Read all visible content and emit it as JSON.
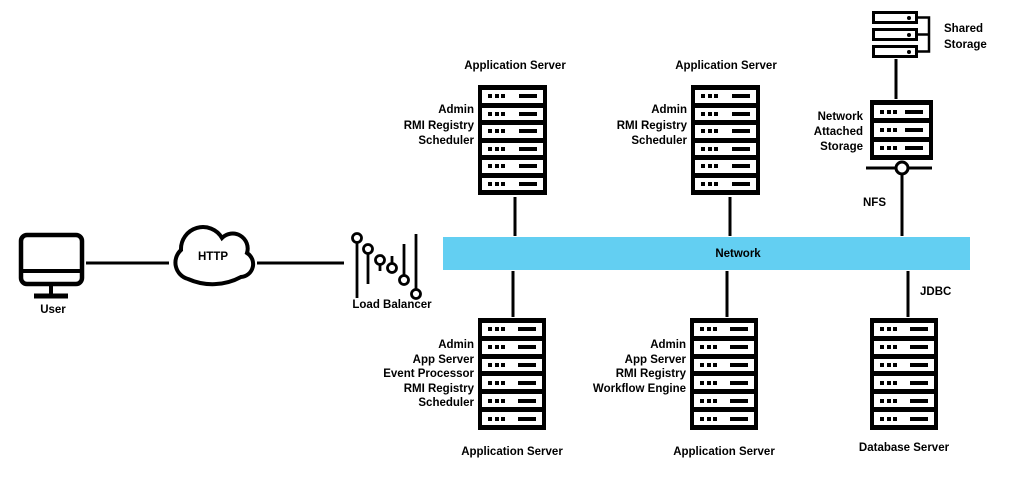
{
  "diagram": {
    "user": {
      "label": "User"
    },
    "cloud": {
      "label": "HTTP"
    },
    "load_balancer": {
      "label": "Load Balancer"
    },
    "network": {
      "label": "Network",
      "bar_color": "#63CFF2"
    },
    "connections": {
      "nfs": "NFS",
      "jdbc": "JDBC"
    },
    "shared_storage": {
      "lines": [
        "Shared",
        "Storage"
      ]
    },
    "nas": {
      "lines": [
        "Network",
        "Attached",
        "Storage"
      ]
    },
    "servers": {
      "top_left": {
        "title": "Application Server",
        "services": [
          "Admin",
          "RMI Registry",
          "Scheduler"
        ]
      },
      "top_right": {
        "title": "Application Server",
        "services": [
          "Admin",
          "RMI Registry",
          "Scheduler"
        ]
      },
      "bottom_left": {
        "title": "Application Server",
        "services": [
          "Admin",
          "App Server",
          "Event Processor",
          "RMI Registry",
          "Scheduler"
        ]
      },
      "bottom_middle": {
        "title": "Application Server",
        "services": [
          "Admin",
          "App Server",
          "RMI Registry",
          "Workflow Engine"
        ]
      },
      "database": {
        "title": "Database Server"
      }
    }
  }
}
